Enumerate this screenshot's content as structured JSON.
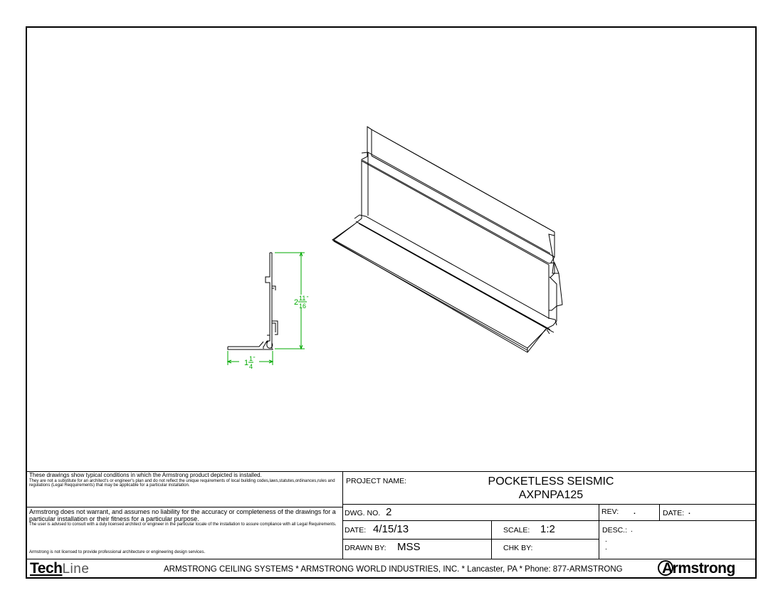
{
  "dimensions": {
    "height": {
      "whole": "2",
      "num": "11",
      "den": "16",
      "mark": "\""
    },
    "flange": {
      "whole": "1",
      "num": "1",
      "den": "4",
      "mark": "\""
    },
    "color": "#00aa00"
  },
  "disclaimer": {
    "p1_lead": "These drawings show typical conditions in which the Armstrong product depicted is installed.",
    "p1_small": "They are not a substitute for an architect's or engineer's plan and do not reflect the unique requirements of local building codes,laws,statutes,ordinances,rules and regulations (Legal Reqquirements) that may be applicable for a particular installation.",
    "p2_lead": "Armstrong does not warrant, and assumes no liability for the accuracy or completeness of the drawings for a particular installation or their fitness for a particular purpose.",
    "p2_small": "The user is  advised to consult with a duly licensed architect or engineer in the particular locale of the installation to assure  compliance with all Legal Requirements.",
    "p3": "Armstrong is not licensed to provide professional architecture or engineering design services."
  },
  "title_block": {
    "project_label": "PROJECT NAME:",
    "project_line1": "POCKETLESS SEISMIC",
    "project_line2": "AXPNPA125",
    "dwg_label": "DWG. NO.",
    "dwg_value": "2",
    "rev_label": "REV:",
    "rev_value": ".",
    "date_label": "DATE:",
    "date_value": "4/15/13",
    "date2_label": "DATE:",
    "date2_value": ".",
    "scale_label": "SCALE:",
    "scale_value": "1:2",
    "desc_label": "DESC.:",
    "desc_value": ".",
    "desc_line2": ".",
    "desc_line3": ".",
    "drawn_label": "DRAWN BY:",
    "drawn_value": "MSS",
    "chk_label": "CHK BY:"
  },
  "footer": {
    "logo_left_bold": "Tech",
    "logo_left_light": "Line",
    "company_line": "ARMSTRONG CEILING SYSTEMS * ARMSTRONG WORLD INDUSTRIES, INC. * Lancaster, PA * Phone: 877-ARMSTRONG",
    "logo_right": "Armstrong"
  }
}
